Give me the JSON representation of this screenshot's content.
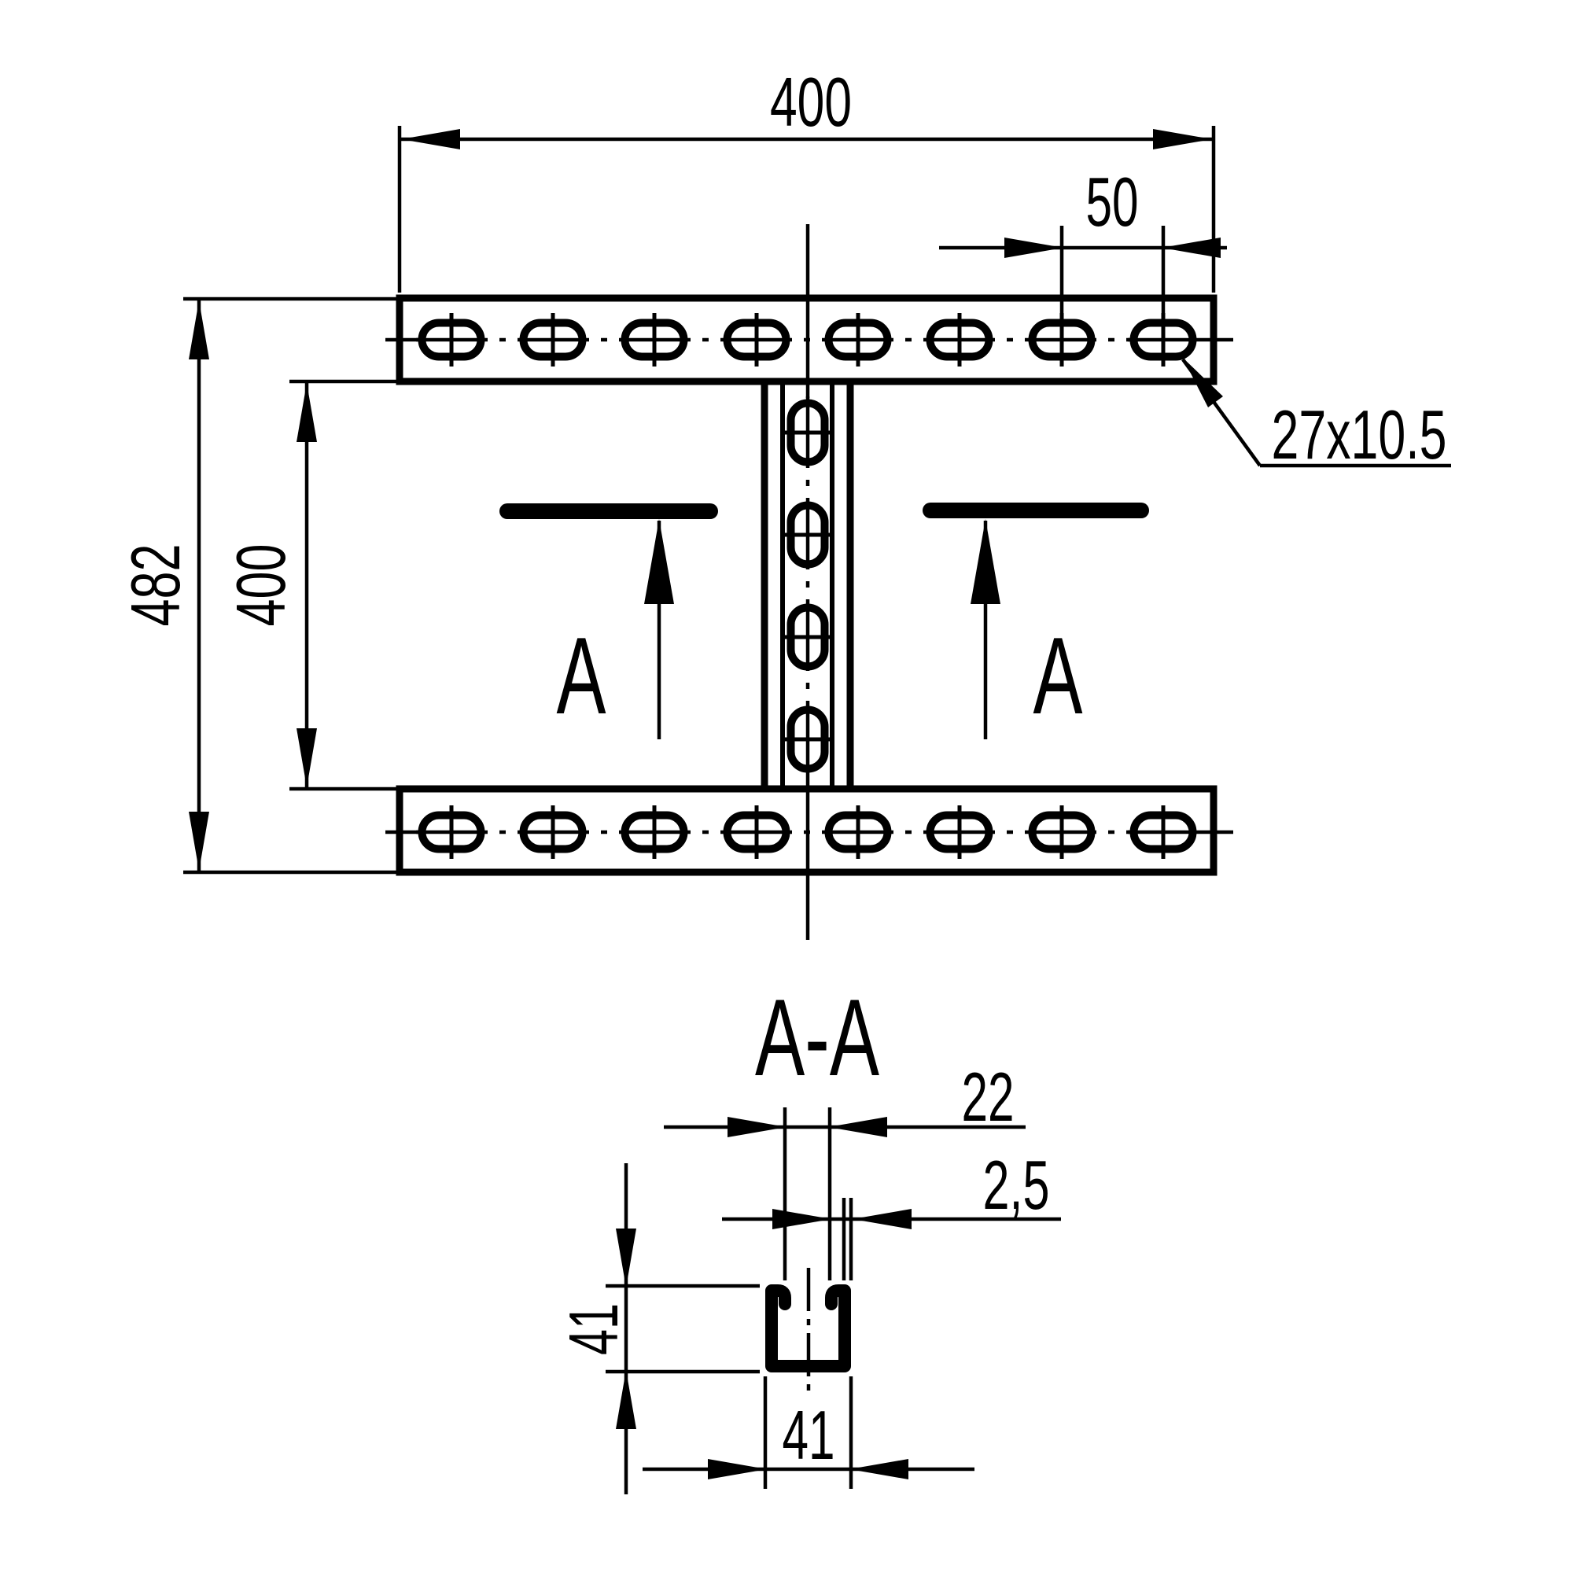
{
  "colors": {
    "background": "#ffffff",
    "line": "#000000"
  },
  "top_view": {
    "dim_overall_width": "400",
    "dim_slot_pitch": "50",
    "slot_size_label": "27x10.5",
    "dim_overall_height": "482",
    "dim_inner_height": "400",
    "section_label_left": "A",
    "section_label_right": "A"
  },
  "section_view": {
    "title": "A-A",
    "dim_opening_width": "22",
    "dim_wall_thickness": "2,5",
    "dim_profile_height": "41",
    "dim_profile_width": "41"
  }
}
